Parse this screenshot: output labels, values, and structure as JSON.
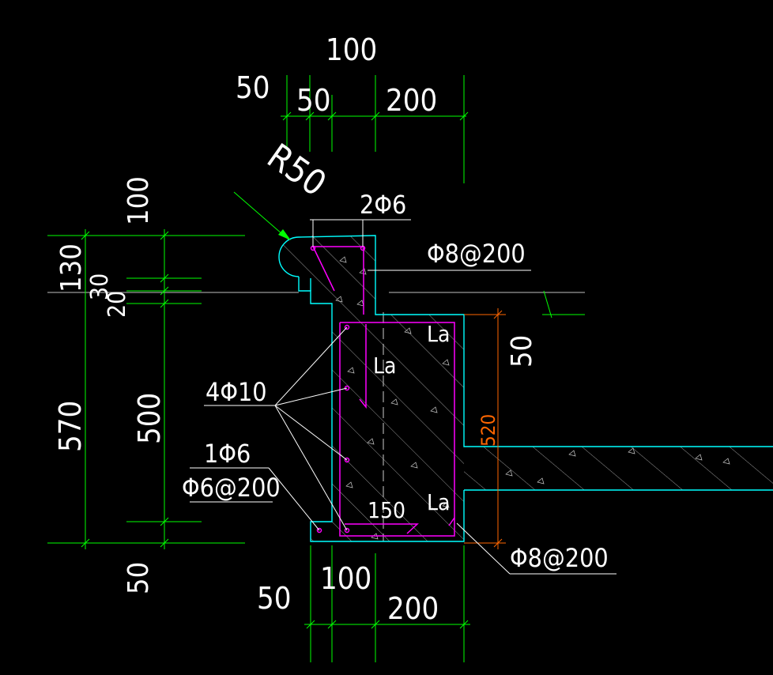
{
  "colors": {
    "background": "#000000",
    "dimension": "#00ff00",
    "outline": "#00ffff",
    "rebar": "#ff00ff",
    "text": "#ffffff",
    "hatch": "#cccccc",
    "level": "#ffffff",
    "dimension_alt": "#ff6600"
  },
  "labels": {
    "top_100": "100",
    "top_50_left": "50",
    "top_50": "50",
    "top_200": "200",
    "radius": "R50",
    "left_100": "100",
    "left_130": "130",
    "left_30": "30",
    "left_20": "20",
    "left_570": "570",
    "left_500": "500",
    "left_50": "50",
    "bottom_50": "50",
    "bottom_100": "100",
    "bottom_200": "200",
    "right_50": "50",
    "right_520": "520",
    "rebar_2phi6": "2Φ6",
    "rebar_phi8_200_top": "Φ8@200",
    "rebar_4phi10": "4Φ10",
    "rebar_1phi6": "1Φ6",
    "rebar_phi6_200": "Φ6@200",
    "rebar_phi8_200_bottom": "Φ8@200",
    "la_1": "La",
    "la_2": "La",
    "la_3": "La",
    "label_150": "150"
  }
}
